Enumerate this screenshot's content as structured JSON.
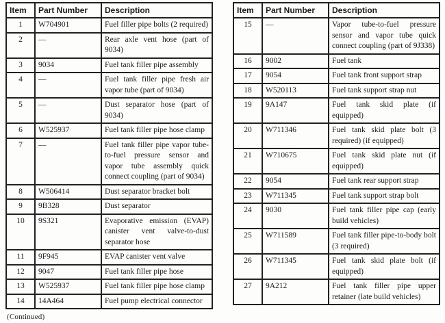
{
  "colors": {
    "text": "#1b1b1b",
    "border": "#212121",
    "background": "#fdfdfc"
  },
  "footer": {
    "continued_label": "(Continued)"
  },
  "tables": [
    {
      "name": "parts-table-items-1-14",
      "headers": [
        "Item",
        "Part Number",
        "Description"
      ],
      "rows": [
        {
          "item": "1",
          "part": "W704901",
          "desc": "Fuel filler pipe bolts (2 required)"
        },
        {
          "item": "2",
          "part": "—",
          "desc": "Rear axle vent hose (part of 9034)"
        },
        {
          "item": "3",
          "part": "9034",
          "desc": "Fuel tank filler pipe assembly"
        },
        {
          "item": "4",
          "part": "—",
          "desc": "Fuel tank filler pipe fresh air vapor tube (part of 9034)"
        },
        {
          "item": "5",
          "part": "—",
          "desc": "Dust separator hose (part of 9034)"
        },
        {
          "item": "6",
          "part": "W525937",
          "desc": "Fuel tank filler pipe hose clamp"
        },
        {
          "item": "7",
          "part": "—",
          "desc": "Fuel tank filler pipe vapor tube-to-fuel pressure sensor and vapor tube assembly quick connect coupling (part of 9034)"
        },
        {
          "item": "8",
          "part": "W506414",
          "desc": "Dust separator bracket bolt"
        },
        {
          "item": "9",
          "part": "9B328",
          "desc": "Dust separator"
        },
        {
          "item": "10",
          "part": "9S321",
          "desc": "Evaporative emission (EVAP) canister vent valve-to-dust separator hose"
        },
        {
          "item": "11",
          "part": "9F945",
          "desc": "EVAP canister vent valve"
        },
        {
          "item": "12",
          "part": "9047",
          "desc": "Fuel tank filler pipe hose"
        },
        {
          "item": "13",
          "part": "W525937",
          "desc": "Fuel tank filler pipe hose clamp"
        },
        {
          "item": "14",
          "part": "14A464",
          "desc": "Fuel pump electrical connector"
        }
      ]
    },
    {
      "name": "parts-table-items-15-27",
      "headers": [
        "Item",
        "Part Number",
        "Description"
      ],
      "rows": [
        {
          "item": "15",
          "part": "—",
          "desc": "Vapor tube-to-fuel pressure sensor and vapor tube quick connect coupling (part of 9J338)"
        },
        {
          "item": "16",
          "part": "9002",
          "desc": "Fuel tank"
        },
        {
          "item": "17",
          "part": "9054",
          "desc": "Fuel tank front support strap"
        },
        {
          "item": "18",
          "part": "W520113",
          "desc": "Fuel tank support strap nut"
        },
        {
          "item": "19",
          "part": "9A147",
          "desc": "Fuel tank skid plate (if equipped)"
        },
        {
          "item": "20",
          "part": "W711346",
          "desc": "Fuel tank skid plate bolt (3 required) (if equipped)"
        },
        {
          "item": "21",
          "part": "W710675",
          "desc": "Fuel tank skid plate nut (if equipped)"
        },
        {
          "item": "22",
          "part": "9054",
          "desc": "Fuel tank rear support strap"
        },
        {
          "item": "23",
          "part": "W711345",
          "desc": "Fuel tank support strap bolt"
        },
        {
          "item": "24",
          "part": "9030",
          "desc": "Fuel tank filler pipe cap (early build vehicles)"
        },
        {
          "item": "25",
          "part": "W711589",
          "desc": "Fuel tank filler pipe-to-body bolt (3 required)"
        },
        {
          "item": "26",
          "part": "W711345",
          "desc": "Fuel tank skid plate bolt (if equipped)"
        },
        {
          "item": "27",
          "part": "9A212",
          "desc": "Fuel tank filler pipe upper retainer (late build vehicles)"
        }
      ]
    }
  ]
}
